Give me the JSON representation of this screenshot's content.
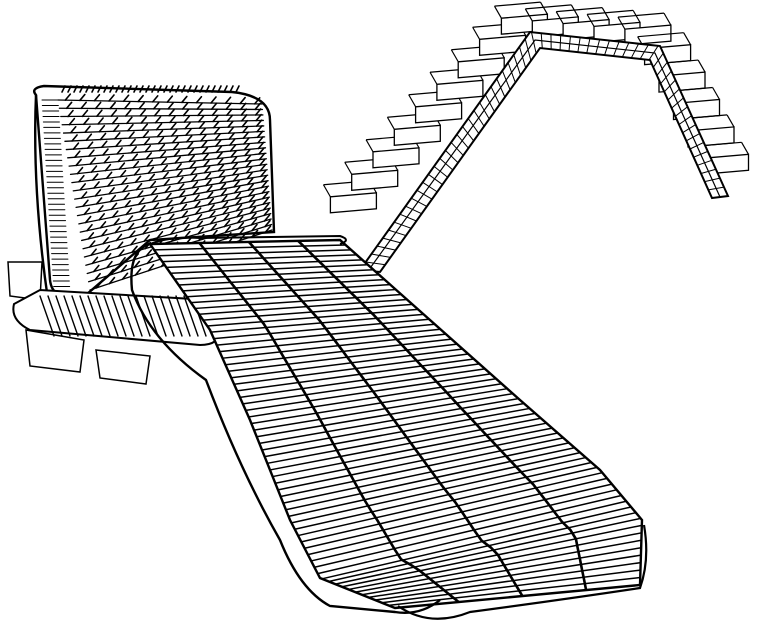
{
  "figure": {
    "ink_color": "#000000",
    "paper_color": "#ffffff",
    "components": [
      {
        "id": "lower-apron",
        "kind": "slatted-conveyor"
      },
      {
        "id": "upper-apron",
        "kind": "spiked-conveyor"
      },
      {
        "id": "elevator-belt",
        "kind": "belt-conveyor"
      },
      {
        "id": "elevator-flights",
        "kind": "flight-paddles",
        "count": 18
      },
      {
        "id": "left-flights",
        "kind": "flight-paddles",
        "count": 3
      }
    ]
  }
}
